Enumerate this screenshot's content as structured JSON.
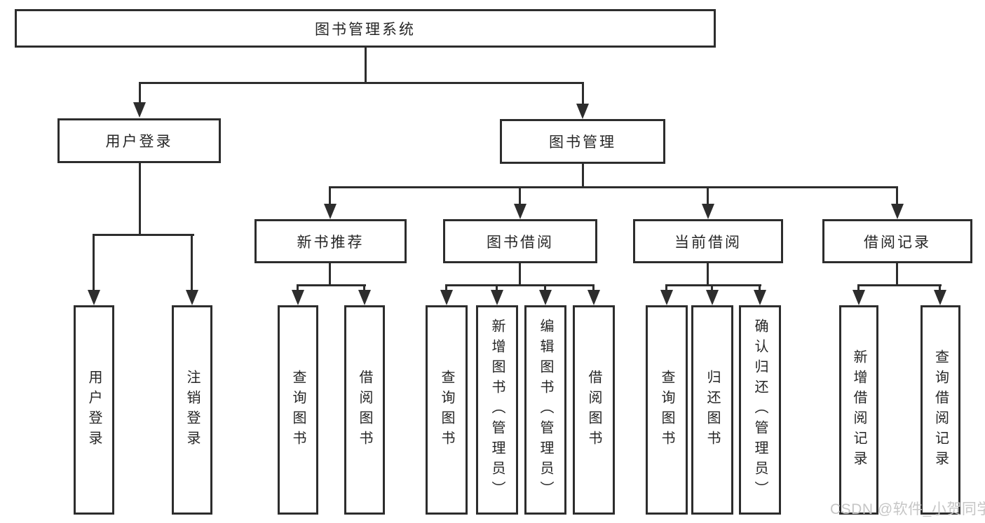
{
  "nodes": {
    "root": "图书管理系统",
    "user_login": "用户登录",
    "book_management": "图书管理",
    "new_book_recommend": "新书推荐",
    "book_borrow": "图书借阅",
    "current_borrow": "当前借阅",
    "borrow_records": "借阅记录",
    "leaf_user_login": "用户登录",
    "leaf_logout": "注销登录",
    "leaf_query_book_rec": "查询图书",
    "leaf_borrow_book_rec": "借阅图书",
    "leaf_query_book_borrow": "查询图书",
    "leaf_add_book": "新增图书（管理员）",
    "leaf_edit_book": "编辑图书（管理员）",
    "leaf_borrow_book_borrow": "借阅图书",
    "leaf_query_book_current": "查询图书",
    "leaf_return_book": "归还图书",
    "leaf_confirm_return": "确认归还（管理员）",
    "leaf_add_record": "新增借阅记录",
    "leaf_query_record": "查询借阅记录"
  },
  "hierarchy": {
    "图书管理系统": {
      "用户登录": [
        "用户登录",
        "注销登录"
      ],
      "图书管理": {
        "新书推荐": [
          "查询图书",
          "借阅图书"
        ],
        "图书借阅": [
          "查询图书",
          "新增图书（管理员）",
          "编辑图书（管理员）",
          "借阅图书"
        ],
        "当前借阅": [
          "查询图书",
          "归还图书",
          "确认归还（管理员）"
        ],
        "借阅记录": [
          "新增借阅记录",
          "查询借阅记录"
        ]
      }
    }
  },
  "watermark": "CSDN @软件_小贺同学",
  "colors": {
    "line": "#2d2d2d",
    "box_border": "#2d2d2d",
    "text": "#262626",
    "watermark": "#c6c6c6",
    "background": "#ffffff"
  }
}
